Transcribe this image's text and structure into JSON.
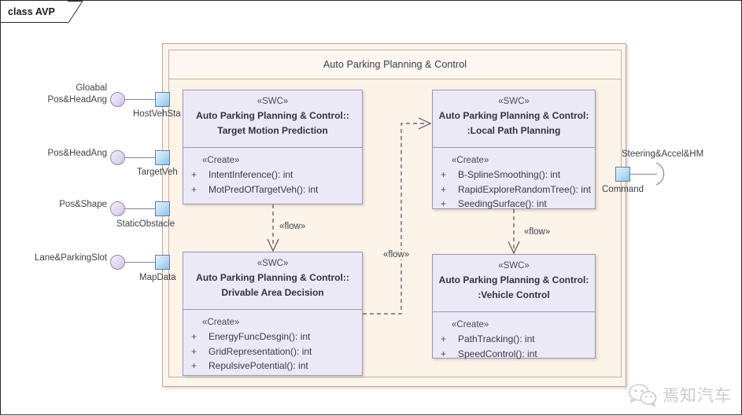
{
  "frame": {
    "tab_label": "class AVP"
  },
  "package": {
    "title": "Auto Parking Planning & Control"
  },
  "components": [
    {
      "id": "target-motion-prediction",
      "stereotype": "«SWC»",
      "name_line1": "Auto Parking Planning & Control::",
      "name_line2": "Target Motion Prediction",
      "ops_stereotype": "«Create»",
      "operations": [
        {
          "visibility": "+",
          "signature": "IntentInference(): int"
        },
        {
          "visibility": "+",
          "signature": "MotPredOfTargetVeh(): int"
        }
      ]
    },
    {
      "id": "local-path-planning",
      "stereotype": "«SWC»",
      "name_line1": "Auto Parking Planning & Control:",
      "name_line2": ":Local Path Planning",
      "ops_stereotype": "«Create»",
      "operations": [
        {
          "visibility": "+",
          "signature": "B-SplineSmoothing(): int"
        },
        {
          "visibility": "+",
          "signature": "RapidExploreRandomTree(): int"
        },
        {
          "visibility": "+",
          "signature": "SeedingSurface(): int"
        }
      ]
    },
    {
      "id": "drivable-area-decision",
      "stereotype": "«SWC»",
      "name_line1": "Auto Parking Planning & Control::",
      "name_line2": "Drivable Area Decision",
      "ops_stereotype": "«Create»",
      "operations": [
        {
          "visibility": "+",
          "signature": "EnergyFuncDesgin(): int"
        },
        {
          "visibility": "+",
          "signature": "GridRepresentation(): int"
        },
        {
          "visibility": "+",
          "signature": "RepulsivePotential(): int"
        }
      ]
    },
    {
      "id": "vehicle-control",
      "stereotype": "«SWC»",
      "name_line1": "Auto Parking Planning & Control:",
      "name_line2": ":Vehicle Control",
      "ops_stereotype": "«Create»",
      "operations": [
        {
          "visibility": "+",
          "signature": "PathTracking(): int"
        },
        {
          "visibility": "+",
          "signature": "SpeedControl(): int"
        }
      ]
    }
  ],
  "ports": [
    {
      "id": "hostvehsta",
      "name": "HostVehSta",
      "interface_line1": "Gloabal",
      "interface_line2": "Pos&HeadAng"
    },
    {
      "id": "targetveh",
      "name": "TargetVeh",
      "interface_line1": "",
      "interface_line2": "Pos&HeadAng"
    },
    {
      "id": "staticobstacle",
      "name": "StaticObstacle",
      "interface_line1": "",
      "interface_line2": "Pos&Shape"
    },
    {
      "id": "mapdata",
      "name": "MapData",
      "interface_line1": "",
      "interface_line2": "Lane&ParkingSlot"
    }
  ],
  "output_port": {
    "id": "command",
    "name": "Command",
    "interface": "Steering&Accel&HM"
  },
  "flows": [
    {
      "id": "flow-prediction-to-drivable",
      "label": "«flow»"
    },
    {
      "id": "flow-drivable-to-localpath",
      "label": "«flow»"
    },
    {
      "id": "flow-localpath-to-vehctrl",
      "label": "«flow»"
    }
  ],
  "watermark": {
    "text": "焉知汽车"
  },
  "colors": {
    "package_fill": "#fcf3e9",
    "swc_fill": "#ece9f6",
    "swc_border": "#9c93b8",
    "port_fill": "#bcdcf4",
    "lollipop_fill": "#e2d8ef"
  }
}
